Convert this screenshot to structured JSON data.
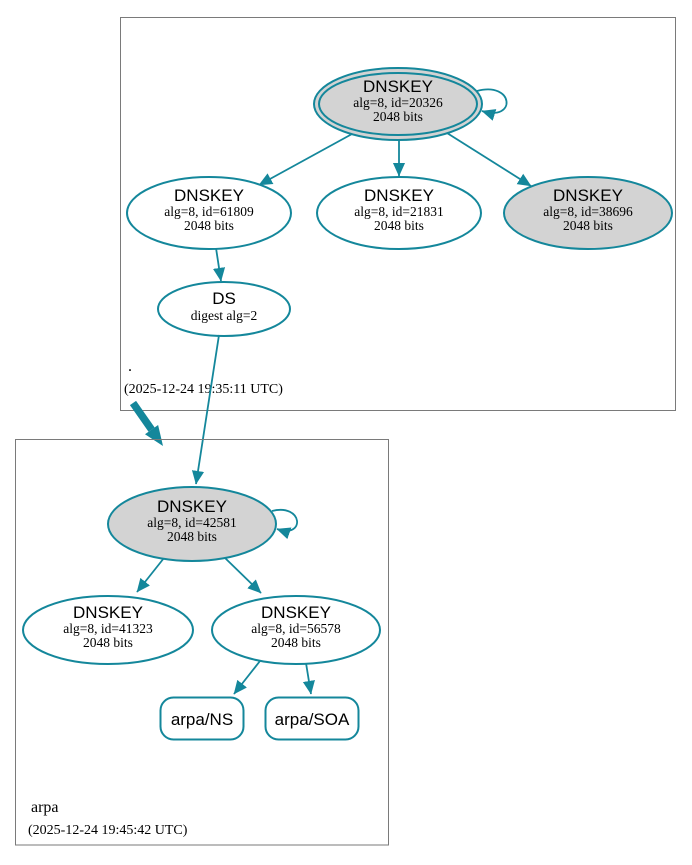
{
  "diagram": {
    "kind": "dnssec-authentication-chain",
    "colors": {
      "edge": "#14879b",
      "ksk_fill": "#d3d3d3",
      "zsk_fill": "#ffffff",
      "zone_border": "#7a7a7a",
      "text": "#000000"
    }
  },
  "zones": [
    {
      "name": ".",
      "timestamp": "(2025-12-24 19:35:11 UTC)",
      "nodes": [
        {
          "id": "dnskey-20326",
          "label": "DNSKEY",
          "detail1": "alg=8, id=20326",
          "detail2": "2048 bits",
          "fill": "gray",
          "double_ring": true,
          "self_loop": true
        },
        {
          "id": "dnskey-61809",
          "label": "DNSKEY",
          "detail1": "alg=8, id=61809",
          "detail2": "2048 bits",
          "fill": "white"
        },
        {
          "id": "dnskey-21831",
          "label": "DNSKEY",
          "detail1": "alg=8, id=21831",
          "detail2": "2048 bits",
          "fill": "white"
        },
        {
          "id": "dnskey-38696",
          "label": "DNSKEY",
          "detail1": "alg=8, id=38696",
          "detail2": "2048 bits",
          "fill": "gray"
        },
        {
          "id": "ds",
          "label": "DS",
          "detail1": "digest alg=2",
          "fill": "white"
        }
      ],
      "edges": [
        {
          "from": "dnskey-20326",
          "to": "dnskey-20326"
        },
        {
          "from": "dnskey-20326",
          "to": "dnskey-61809"
        },
        {
          "from": "dnskey-20326",
          "to": "dnskey-21831"
        },
        {
          "from": "dnskey-20326",
          "to": "dnskey-38696"
        },
        {
          "from": "dnskey-61809",
          "to": "ds"
        }
      ]
    },
    {
      "name": "arpa",
      "timestamp": "(2025-12-24 19:45:42 UTC)",
      "nodes": [
        {
          "id": "dnskey-42581",
          "label": "DNSKEY",
          "detail1": "alg=8, id=42581",
          "detail2": "2048 bits",
          "fill": "gray",
          "self_loop": true
        },
        {
          "id": "dnskey-41323",
          "label": "DNSKEY",
          "detail1": "alg=8, id=41323",
          "detail2": "2048 bits",
          "fill": "white"
        },
        {
          "id": "dnskey-56578",
          "label": "DNSKEY",
          "detail1": "alg=8, id=56578",
          "detail2": "2048 bits",
          "fill": "white"
        },
        {
          "id": "rrset-arpa-ns",
          "label": "arpa/NS",
          "shape": "roundrect"
        },
        {
          "id": "rrset-arpa-soa",
          "label": "arpa/SOA",
          "shape": "roundrect"
        }
      ],
      "edges": [
        {
          "from": "dnskey-42581",
          "to": "dnskey-42581"
        },
        {
          "from": "dnskey-42581",
          "to": "dnskey-41323"
        },
        {
          "from": "dnskey-42581",
          "to": "dnskey-56578"
        },
        {
          "from": "dnskey-56578",
          "to": "rrset-arpa-ns"
        },
        {
          "from": "dnskey-56578",
          "to": "rrset-arpa-soa"
        }
      ]
    }
  ],
  "cross_zone_edges": [
    {
      "from": "ds",
      "to": "dnskey-42581",
      "style": "thin"
    },
    {
      "from": "zone-root",
      "to": "zone-arpa",
      "style": "thick-delegation"
    }
  ]
}
